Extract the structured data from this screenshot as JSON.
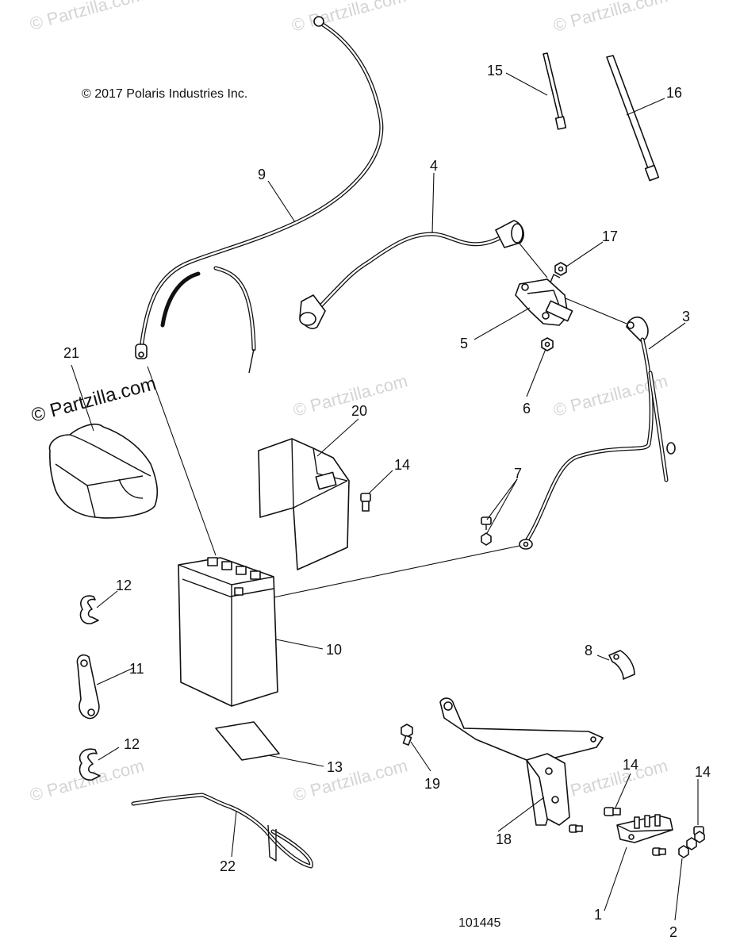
{
  "copyright": "© 2017 Polaris Industries Inc.",
  "diagram_number": "101445",
  "watermark": "© Partzilla.com",
  "callouts": {
    "c1": "1",
    "c2": "2",
    "c3": "3",
    "c4": "4",
    "c5": "5",
    "c6": "6",
    "c7": "7",
    "c8": "8",
    "c9": "9",
    "c10": "10",
    "c11": "11",
    "c12a": "12",
    "c12b": "12",
    "c13": "13",
    "c14a": "14",
    "c14b": "14",
    "c14c": "14",
    "c15": "15",
    "c16": "16",
    "c17": "17",
    "c18": "18",
    "c19": "19",
    "c20": "20",
    "c21": "21",
    "c22": "22"
  }
}
